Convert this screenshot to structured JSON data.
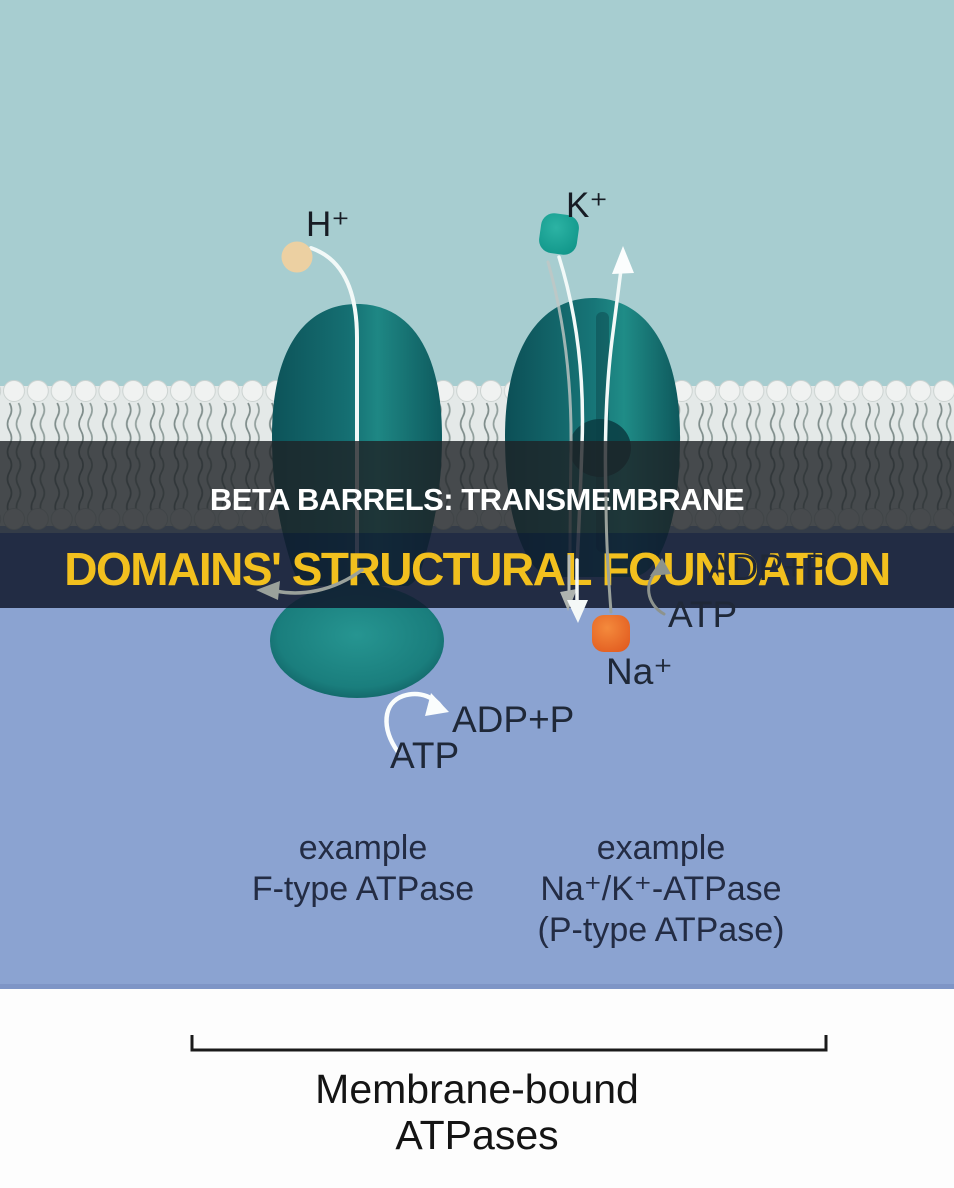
{
  "title_banner": {
    "line1": "BETA BARRELS: TRANSMEMBRANE",
    "line2": "DOMAINS' STRUCTURAL FOUNDATION",
    "line1_color": "#ffffff",
    "line2_color": "#f2c01e"
  },
  "labels": {
    "h_ion": "H⁺",
    "k_ion": "K⁺",
    "na_ion": "Na⁺",
    "atp_left": "ATP",
    "adp_left": "ADP+P",
    "atp_right": "ATP",
    "adp_right": "ADP+P"
  },
  "examples": {
    "left": {
      "line1": "example",
      "line2": "F-type ATPase"
    },
    "right": {
      "line1": "example",
      "line2": "Na⁺/K⁺-ATPase",
      "line3": "(P-type ATPase)"
    }
  },
  "caption": {
    "line1": "Membrane-bound",
    "line2": "ATPases"
  },
  "icons": {
    "h_ion_icon": "tan sphere",
    "k_ion_icon": "teal rounded blob",
    "na_ion_icon": "orange rounded blob",
    "membrane_icon": "lipid bilayer",
    "bracket_icon": "grouping bracket"
  },
  "colors": {
    "extracellular_bg": "#a7cdd0",
    "cytoplasm_bg": "#8ba3d1",
    "banner_grey": "rgba(30,34,37,0.8)",
    "banner_navy": "rgba(16,24,44,0.86)",
    "accent_yellow": "#f2c01e",
    "protein_teal": "#187a7c",
    "h_ion": "#ecd0a2",
    "k_ion": "#17a396",
    "na_ion": "#e8692a",
    "label_dark": "#1f2838"
  }
}
